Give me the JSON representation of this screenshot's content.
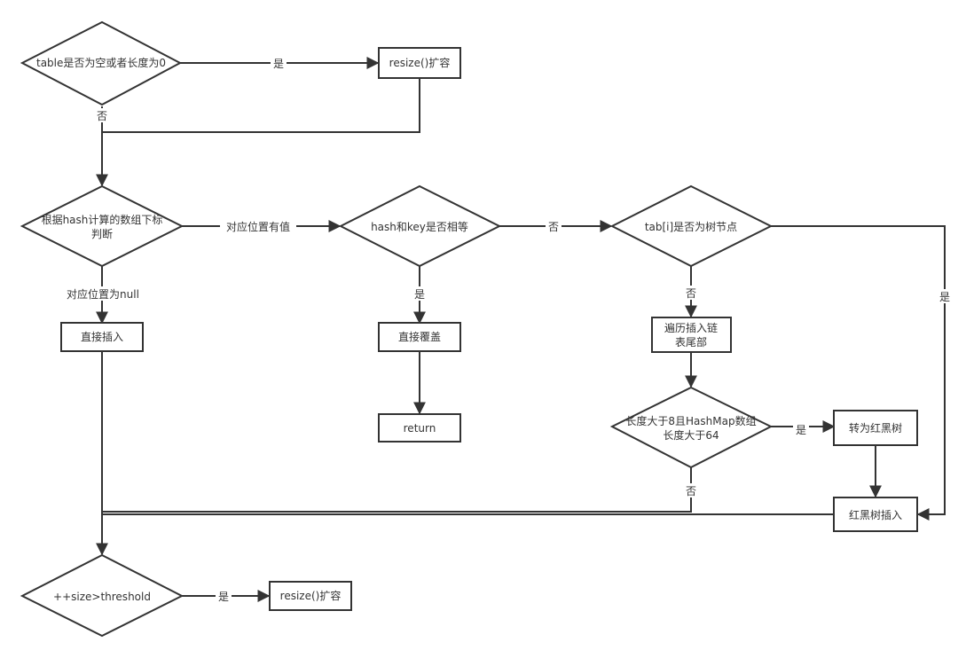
{
  "nodes": {
    "table_empty_check": "table是否为空或者长度为0",
    "resize_top": "resize()扩容",
    "index_calc_line1": "根据hash计算的数组下标",
    "index_calc_line2": "判断",
    "direct_insert": "直接插入",
    "hash_key_equal": "hash和key是否相等",
    "direct_overwrite": "直接覆盖",
    "return_box": "return",
    "is_tree_node": "tab[i]是否为树节点",
    "traverse_line1": "遍历插入链",
    "traverse_line2": "表尾部",
    "length_check_line1": "长度大于8且HashMap数组",
    "length_check_line2": "长度大于64",
    "to_red_black": "转为红黑树",
    "rb_insert": "红黑树插入",
    "size_threshold": "++size>threshold",
    "resize_bottom": "resize()扩容"
  },
  "edge_labels": {
    "yes": "是",
    "no": "否",
    "has_value": "对应位置有值",
    "is_null": "对应位置为null"
  },
  "colors": {
    "stroke": "#333333",
    "background": "#ffffff"
  }
}
